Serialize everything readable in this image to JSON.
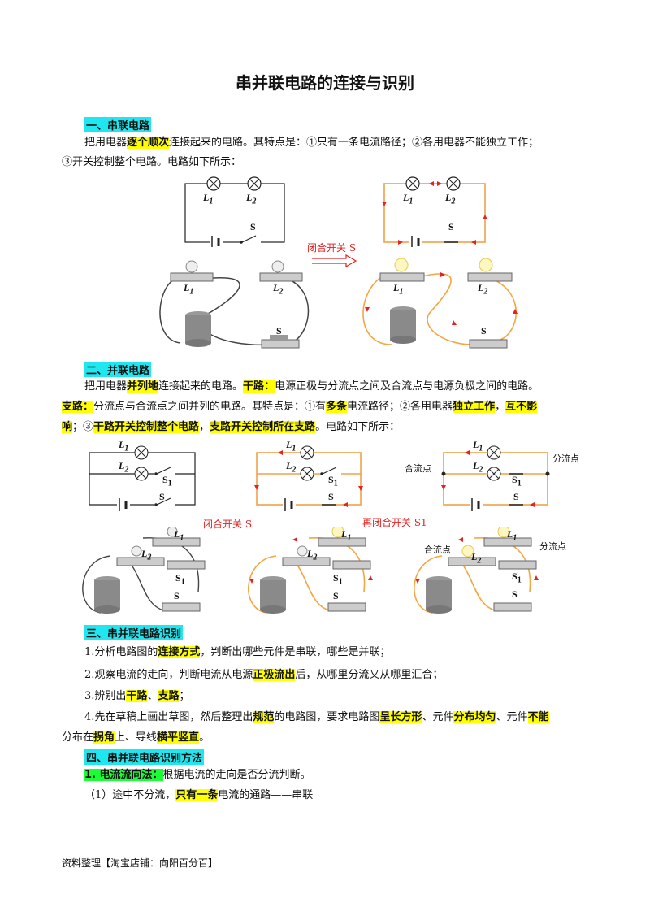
{
  "title": "串并联电路的连接与识别",
  "s1": {
    "heading": "一、串联电路",
    "p1_a": "把用电器",
    "p1_hl": "逐个顺次",
    "p1_b": "连接起来的电路。其特点是：①只有一条电流路径；②各用电器不能独立工作；",
    "p2": "③开关控制整个电路。电路如下所示：",
    "arrow_label": "闭合开关 S"
  },
  "s2": {
    "heading": "二、并联电路",
    "l1_a": "把用电器",
    "l1_hl1": "并列地",
    "l1_b": "连接起来的电路。",
    "l1_hl2": "干路：",
    "l1_c": "电源正极与分流点之间及合流点与电源负极之间的电路。",
    "l2_hl1": "支路：",
    "l2_a": "分流点与合流点之间并列的电路。其特点是：①有",
    "l2_hl2": "多条",
    "l2_b": "电流路径；②各用电器",
    "l2_hl3": "独立工作",
    "l2_c": "，",
    "l2_hl4": "互不影",
    "l3_hl1": "响",
    "l3_a": "；③",
    "l3_hl2": "干路开关控制整个电路",
    "l3_b": "，",
    "l3_hl3": "支路开关控制所在支路",
    "l3_c": "。电路如下所示：",
    "label_close_s": "闭合开关 S",
    "label_close_s1": "再闭合开关 S1",
    "label_join": "合流点",
    "label_split": "分流点"
  },
  "s3": {
    "heading": "三、串并联电路识别",
    "i1_a": "1.分析电路图的",
    "i1_hl": "连接方式",
    "i1_b": "，判断出哪些元件是串联，哪些是并联；",
    "i2_a": "2.观察电流的走向，判断电流从电源",
    "i2_hl": "正极流出",
    "i2_b": "后，从哪里分流又从哪里汇合；",
    "i3_a": "3.辨别出",
    "i3_hl1": "干路",
    "i3_b": "、",
    "i3_hl2": "支路",
    "i3_c": "；",
    "i4_a": "4.先在草稿上画出草图，然后整理出",
    "i4_hl1": "规范",
    "i4_b": "的电路图，要求电路图",
    "i4_hl2": "呈长方形",
    "i4_c": "、元件",
    "i4_hl3": "分布均匀",
    "i4_d": "、元件",
    "i4_hl4": "不能",
    "i5_a": "分布在",
    "i5_hl1": "拐角",
    "i5_b": "上、导线",
    "i5_hl2": "横平竖直",
    "i5_c": "。"
  },
  "s4": {
    "heading": "四、串并联电路识别方法",
    "m1_hl": "1. 电流流向法：",
    "m1_a": "根据电流的走向是否分流判断。",
    "m2_a": "（1）途中不分流，",
    "m2_hl": "只有一条",
    "m2_b": "电流的通路——串联"
  },
  "labels": {
    "L1": "L",
    "L2": "L",
    "sub1": "1",
    "sub2": "2",
    "S": "S",
    "S1": "S"
  },
  "footer": "资料整理【淘宝店铺：向阳百分百】",
  "colors": {
    "cyan": "#20e6ef",
    "yellow": "#ffff00",
    "green": "#19ff34",
    "red": "#e52222",
    "wire_orange": "#f4a640"
  }
}
